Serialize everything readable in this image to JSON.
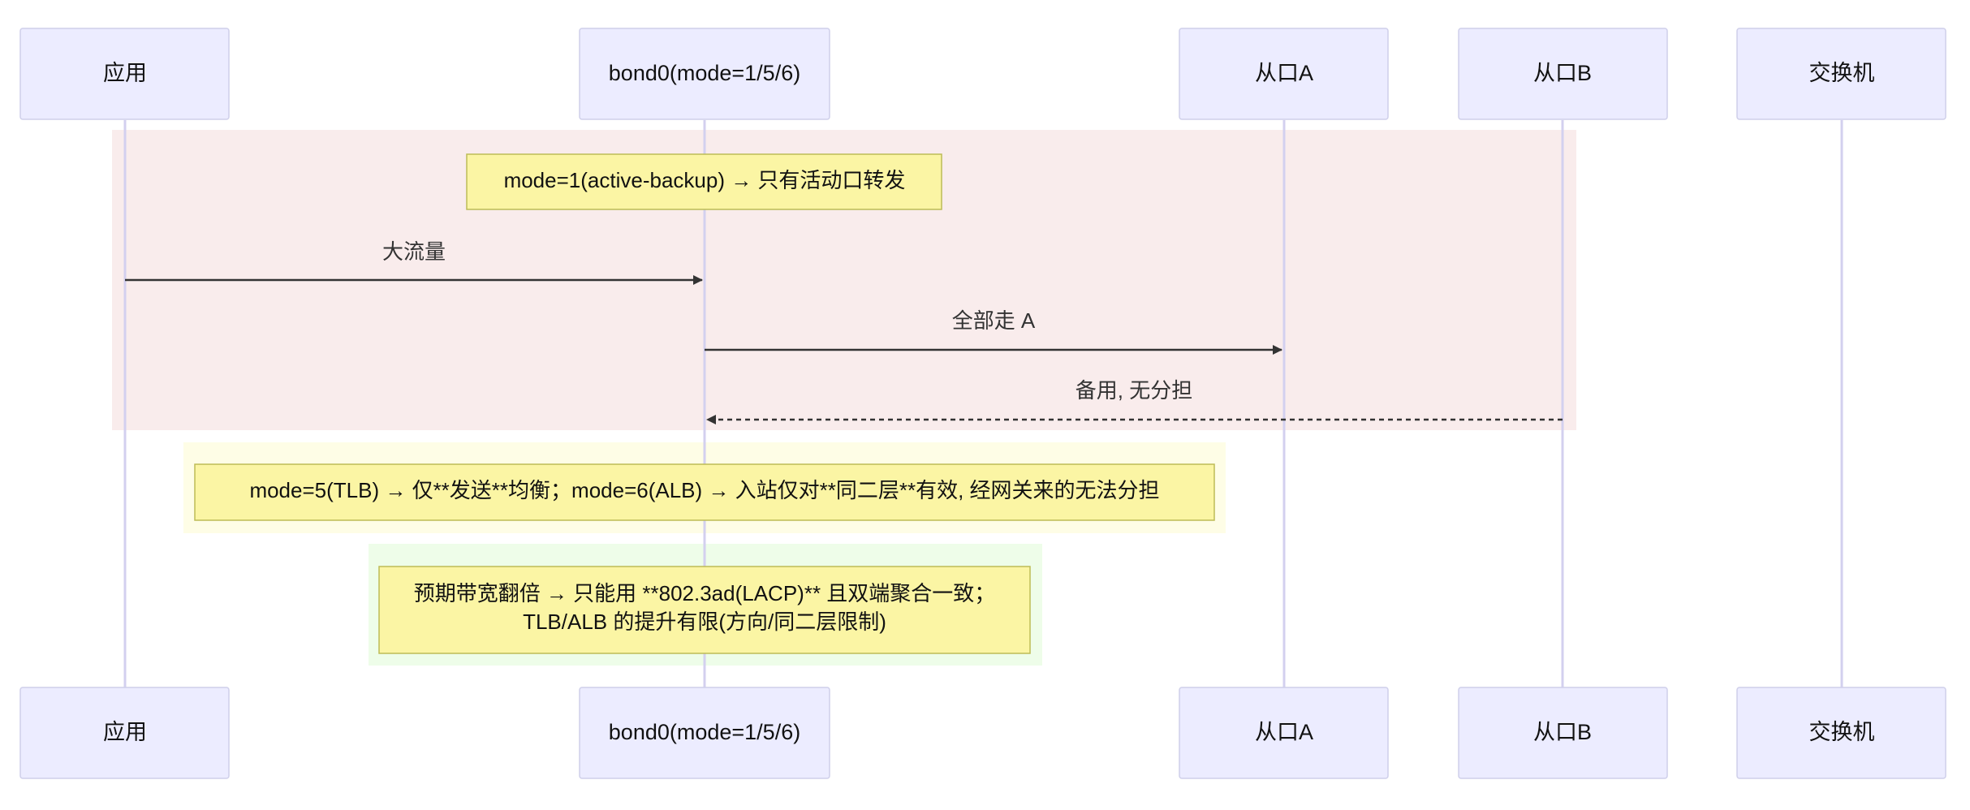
{
  "diagram": {
    "type": "sequence",
    "colors": {
      "actor_fill": "#ececff",
      "actor_border": "#cfcfea",
      "lifeline": "#d3d0ef",
      "note_fill": "#fbf5a4",
      "note_border": "#bdbb57",
      "block1_bg": "#f9ecec",
      "block2_bg": "#fefde6",
      "block3_bg": "#eefde9",
      "arrow": "#333333"
    },
    "actors": [
      {
        "id": "app",
        "label": "应用"
      },
      {
        "id": "bond",
        "label": "bond0(mode=1/5/6)"
      },
      {
        "id": "slaveA",
        "label": "从口A"
      },
      {
        "id": "slaveB",
        "label": "从口B"
      },
      {
        "id": "switch",
        "label": "交换机"
      }
    ],
    "blocks": [
      {
        "id": "mode1"
      },
      {
        "id": "mode56"
      },
      {
        "id": "expect"
      }
    ],
    "notes": [
      {
        "id": "note1",
        "lines": [
          "mode=1(active-backup) → 只有活动口转发"
        ]
      },
      {
        "id": "note2",
        "lines": [
          "mode=5(TLB) → 仅**发送**均衡；mode=6(ALB) → 入站仅对**同二层**有效, 经网关来的无法分担"
        ]
      },
      {
        "id": "note3",
        "lines": [
          "预期带宽翻倍 → 只能用 **802.3ad(LACP)** 且双端聚合一致；",
          "TLB/ALB 的提升有限(方向/同二层限制)"
        ]
      }
    ],
    "messages": [
      {
        "id": "msg1",
        "from": "app",
        "to": "bond",
        "label": "大流量",
        "style": "solid"
      },
      {
        "id": "msg2",
        "from": "bond",
        "to": "slaveA",
        "label": "全部走 A",
        "style": "solid"
      },
      {
        "id": "msg3",
        "from": "slaveB",
        "to": "bond",
        "label": "备用, 无分担",
        "style": "dashed"
      }
    ]
  }
}
